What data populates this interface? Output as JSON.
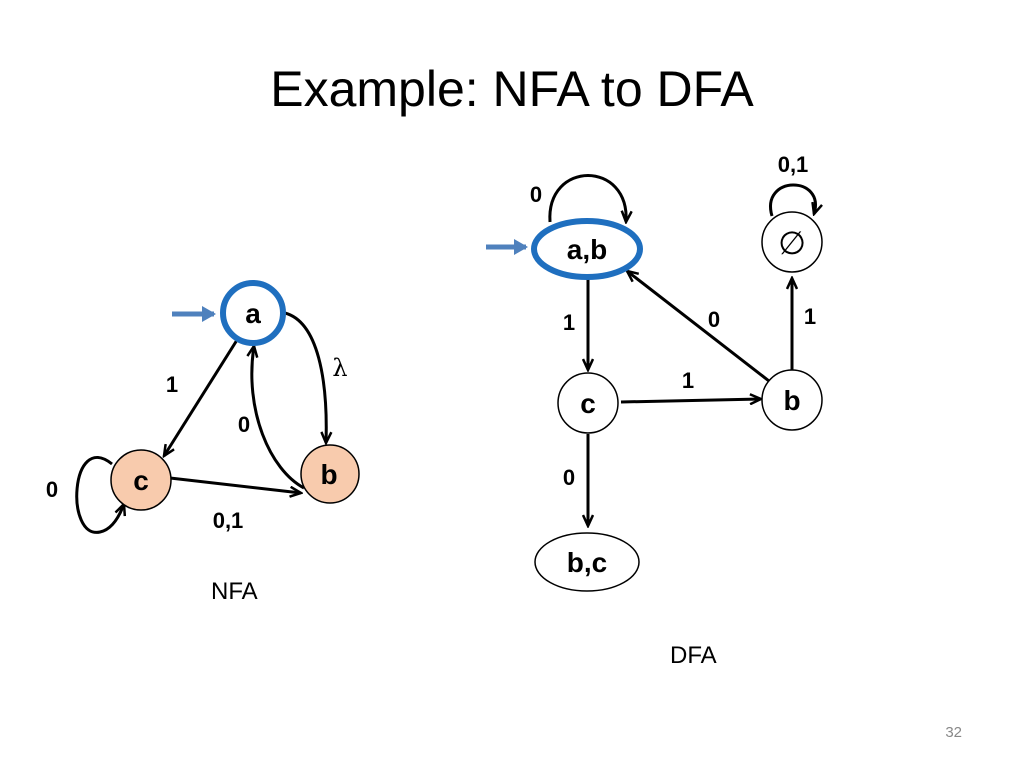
{
  "slide": {
    "title": "Example: NFA to DFA",
    "page_number": "32",
    "colors": {
      "start_state_border": "#1f6fbf",
      "start_arrow": "#4f81bd",
      "nfa_state_fill": "#f8cbad"
    }
  },
  "nfa": {
    "caption": "NFA",
    "states": {
      "a": "a",
      "b": "b",
      "c": "c"
    },
    "transitions": {
      "a_to_c": "1",
      "a_to_b": "λ",
      "b_to_a": "0",
      "c_to_b": "0,1",
      "c_self": "0"
    }
  },
  "dfa": {
    "caption": "DFA",
    "states": {
      "ab": "a,b",
      "empty": "∅",
      "c": "c",
      "b": "b",
      "bc": "b,c"
    },
    "transitions": {
      "ab_self": "0",
      "ab_to_c": "1",
      "b_to_ab": "0",
      "c_to_b": "1",
      "b_to_empty": "1",
      "empty_self": "0,1",
      "c_to_bc": "0"
    }
  }
}
